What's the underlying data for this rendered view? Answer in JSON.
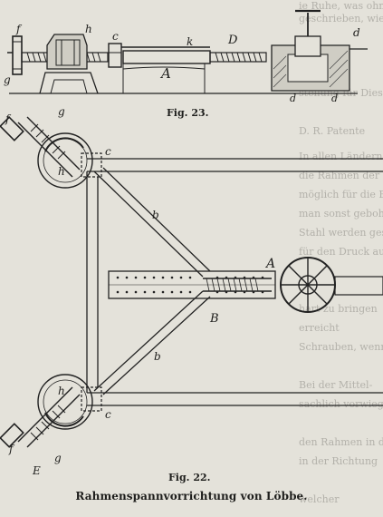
{
  "figures": {
    "fig23": {
      "caption": "Fig. 23.",
      "labels": {
        "f": "f",
        "g": "g",
        "h": "h",
        "c": "c",
        "k": "k",
        "D": "D",
        "A": "A",
        "d": "d",
        "d1a": "d",
        "d1b": "d",
        "d1_sub": "1"
      }
    },
    "fig22": {
      "caption": "Fig. 22.",
      "labels": {
        "f_top": "f",
        "g_top": "g",
        "h_top": "h",
        "c_top": "c",
        "b_top": "b",
        "A": "A",
        "B": "B",
        "b_bot": "b",
        "c_bot": "c",
        "h_bot": "h",
        "g_bot": "g",
        "f_bot": "f",
        "E": "E"
      }
    }
  },
  "article": {
    "title": "Rahmenspannvorrichtung von Löbbe."
  },
  "bleed_through": [
    "ie Ruhe, was ohne grosse Schi",
    "geschrieben, wie",
    "stellung für Dieselmotoren",
    "D. R. Patente",
    "In allen Ländern, in denen",
    "die Rahmen der Fahrzeuge",
    "möglich für die Einfuhr jeder",
    "man sonst gebohrt und",
    "Stahl werden geschweisst",
    "für den Druck auf die",
    "hart zu bringen",
    "erreicht",
    "Schrauben, wenn diese",
    "Bei der Mittel-",
    "sachlich vorwiegend",
    "den Rahmen in der",
    "in der Richtung",
    "welcher"
  ]
}
